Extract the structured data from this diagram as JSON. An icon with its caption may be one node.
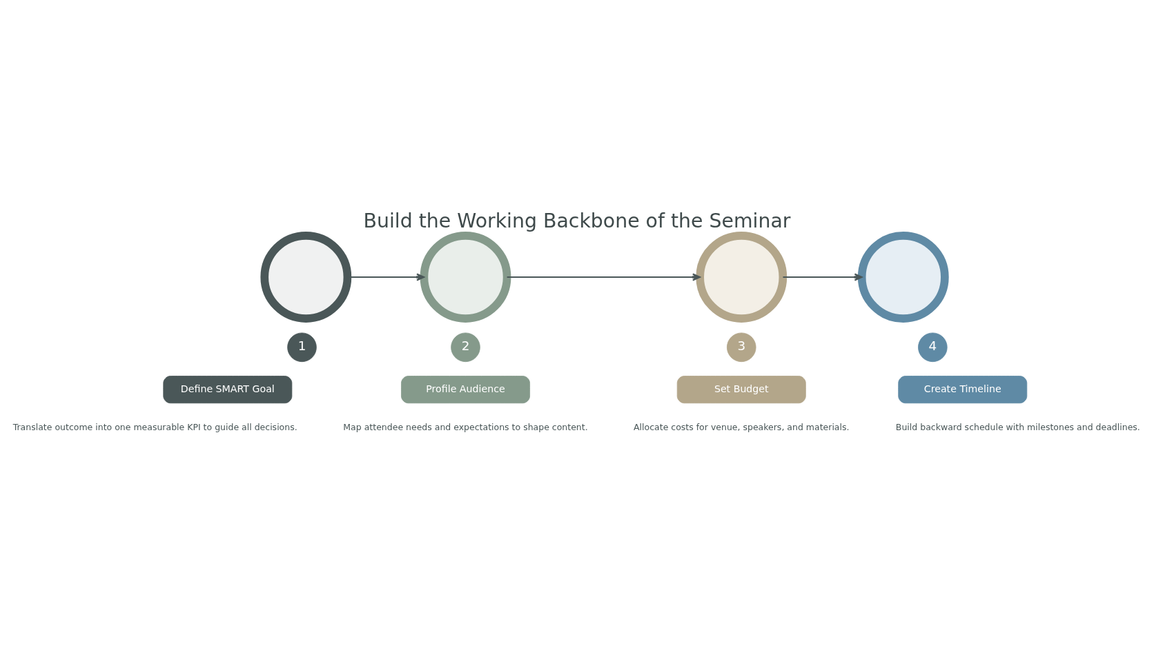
{
  "diagram": {
    "title": "Build the Working Backbone of the Seminar",
    "nodes": [
      {
        "text": [],
        "shape": "circle"
      },
      {
        "text": [
          "1"
        ]
      },
      {
        "text": [
          "Define SMART Goal"
        ],
        "beside": [
          "Translate outcome into one measurable KPI to guide all decisions."
        ]
      },
      {
        "text": [],
        "shape": "circle"
      },
      {
        "text": [
          "2"
        ]
      },
      {
        "text": [
          "Profile Audience"
        ],
        "beside": [
          "Map attendee needs and expectations to shape content."
        ]
      },
      {
        "text": [],
        "shape": "circle"
      },
      {
        "text": [
          "3"
        ]
      },
      {
        "text": [
          "Set Budget"
        ],
        "beside": [
          "Allocate costs for venue, speakers, and materials."
        ]
      },
      {
        "text": [],
        "shape": "circle"
      },
      {
        "text": [
          "4"
        ]
      },
      {
        "text": [
          "Create Timeline"
        ],
        "beside": [
          "Build backward schedule with milestones and deadlines."
        ]
      }
    ],
    "edges": [
      {
        "from": 0,
        "to": 3,
        "arrow": "to"
      },
      {
        "from": 3,
        "to": 6,
        "arrow": "to"
      },
      {
        "from": 6,
        "to": 9,
        "arrow": "to"
      }
    ]
  }
}
